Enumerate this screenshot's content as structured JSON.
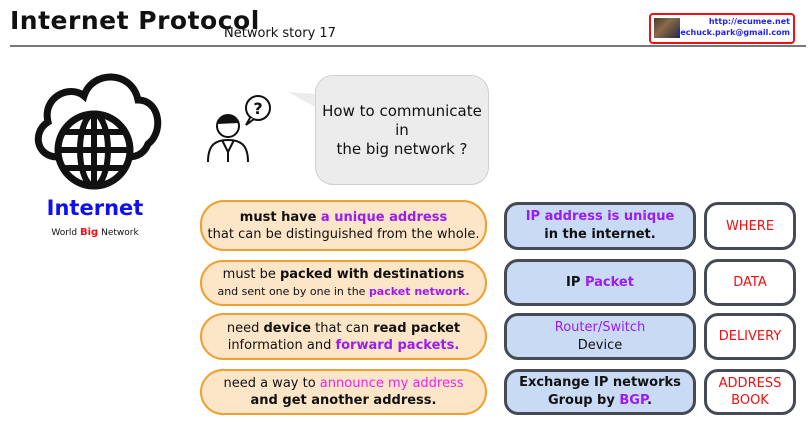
{
  "header": {
    "title": "Internet Protocol",
    "subtitle": "Network story 17",
    "contact": {
      "url": "http://ecumee.net",
      "email": "lechuck.park@gmail.com"
    }
  },
  "left": {
    "label": "Internet",
    "tagline": [
      "World",
      "Big",
      "Network"
    ]
  },
  "bubble": {
    "lines": [
      "How to communicate",
      "in",
      "the big network ?"
    ]
  },
  "rows": [
    {
      "pill": {
        "l1a": "must have ",
        "l1b": "a unique address",
        "l2": "that can be distinguished from the whole."
      },
      "box": {
        "l1": "IP address is unique",
        "l2": "in the internet."
      },
      "tag": "WHERE"
    },
    {
      "pill": {
        "l1a": "must be ",
        "l1b": "packed with destinations",
        "l2a": "and sent one by one in the ",
        "l2b": "packet network."
      },
      "box": {
        "l1a": "IP ",
        "l1b": "Packet"
      },
      "tag": "DATA"
    },
    {
      "pill": {
        "l1a": "need ",
        "l1b": "device",
        "l1c": " that can ",
        "l1d": "read packet",
        "l2a": "information and ",
        "l2b": "forward packets."
      },
      "box": {
        "l1": "Router/Switch",
        "l2": "Device"
      },
      "tag": "DELIVERY"
    },
    {
      "pill": {
        "l1a": "need a way to ",
        "l1b": "announce my address",
        "l2": "and get another address."
      },
      "box": {
        "l1": "Exchange IP networks",
        "l2a": "Group by ",
        "l2b": "BGP",
        "l2c": "."
      },
      "tag": "ADDRESS BOOK"
    }
  ]
}
